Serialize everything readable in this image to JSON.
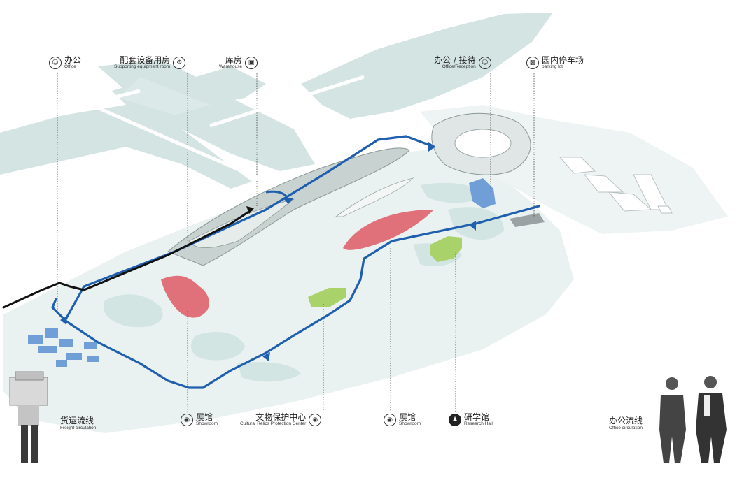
{
  "labels": {
    "office": {
      "zh": "办公",
      "en": "Office",
      "icon": "person-badge-icon"
    },
    "equipment": {
      "zh": "配套设备用房",
      "en": "Supporting equipment room"
    },
    "warehouse": {
      "zh": "库房",
      "en": "Warehouse",
      "icon": "boxes-icon"
    },
    "office_reception": {
      "zh": "办公 / 接待",
      "en": "Office/Reception",
      "icon": "person-badge-icon"
    },
    "parking": {
      "zh": "园内停车场",
      "en": "parking lot",
      "icon": "car-icon"
    },
    "showroom1": {
      "zh": "展馆",
      "en": "Showroom",
      "icon": "vase-icon"
    },
    "cultural": {
      "zh": "文物保护中心",
      "en": "Cultural Relics Protection Center",
      "icon": "vase-icon"
    },
    "showroom2": {
      "zh": "展馆",
      "en": "Showroom",
      "icon": "vase-icon"
    },
    "research": {
      "zh": "研学馆",
      "en": "Research Hall",
      "icon": "people-icon"
    }
  },
  "legend": {
    "freight": {
      "zh": "货运流线",
      "en": "Freight circulation",
      "color": "#111111"
    },
    "office_flow": {
      "zh": "办公流线",
      "en": "Office circulation",
      "color": "#1f5fae"
    }
  },
  "colors": {
    "water": "#cfe2e0",
    "ground": "#eef4f3",
    "exhibition": "#e0707a",
    "research": "#a9d36a",
    "office": "#6f9fd6",
    "structure": "#9aa7a6",
    "flow_office": "#1f5fae",
    "flow_freight": "#111111"
  }
}
